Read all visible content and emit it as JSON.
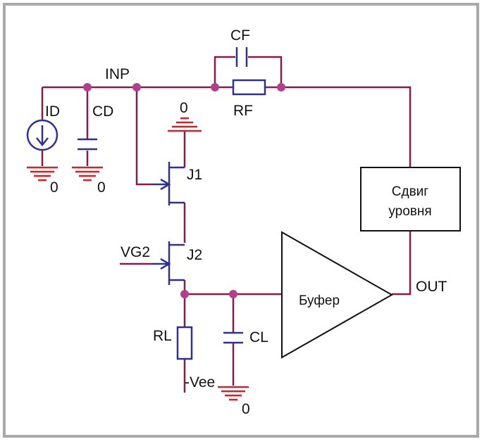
{
  "labels": {
    "inp": "INP",
    "id": "ID",
    "cd": "CD",
    "cf": "CF",
    "rf": "RF",
    "gnd_top": "0",
    "gnd_id": "0",
    "gnd_cd": "0",
    "gnd_cl": "0",
    "j1": "J1",
    "j2": "J2",
    "vg2": "VG2",
    "rl": "RL",
    "vee": "-Vee",
    "cl": "CL",
    "out": "OUT"
  },
  "blocks": {
    "level_shift_line1": "Сдвиг",
    "level_shift_line2": "уровня",
    "buffer": "Буфер"
  },
  "colors": {
    "frame": "#a9a9a9",
    "wire": "#8a1a4a",
    "ground": "#d2232a",
    "component": "#2e3192",
    "node": "#b0408c",
    "text": "#111111"
  }
}
